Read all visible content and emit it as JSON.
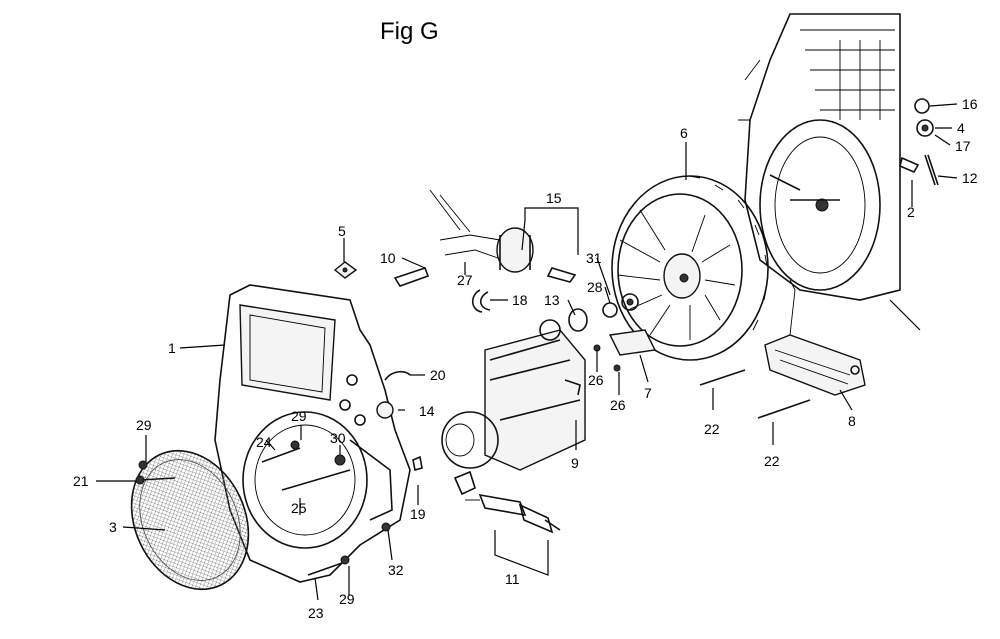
{
  "figure": {
    "title": "Fig G"
  },
  "callouts": {
    "c1": "1",
    "c2": "2",
    "c3": "3",
    "c4": "4",
    "c5": "5",
    "c6": "6",
    "c7": "7",
    "c8": "8",
    "c9": "9",
    "c10": "10",
    "c11": "11",
    "c12": "12",
    "c13": "13",
    "c14": "14",
    "c15": "15",
    "c16": "16",
    "c17": "17",
    "c18": "18",
    "c19": "19",
    "c20": "20",
    "c21": "21",
    "c22a": "22",
    "c22b": "22",
    "c23": "23",
    "c24": "24",
    "c25": "25",
    "c26a": "26",
    "c26b": "26",
    "c27": "27",
    "c28": "28",
    "c29a": "29",
    "c29b": "29",
    "c29c": "29",
    "c30": "30",
    "c31": "31",
    "c32": "32"
  }
}
